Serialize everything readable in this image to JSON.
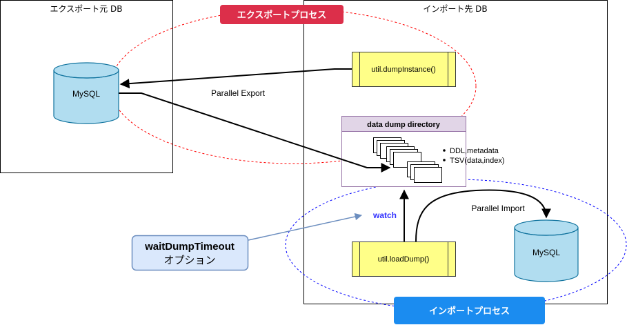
{
  "export_db": {
    "title": "エクスポート元 DB",
    "db_label": "MySQL"
  },
  "import_db": {
    "title": "インポート先 DB",
    "db_label": "MySQL"
  },
  "export_process": {
    "label": "エクスポートプロセス",
    "color": "#DC2F4A"
  },
  "import_process": {
    "label": "インポートプロセス",
    "color": "#1B8CF0"
  },
  "dump_instance": {
    "label": "util.dumpInstance()"
  },
  "load_dump": {
    "label": "util.loadDump()"
  },
  "dump_directory": {
    "title": "data dump directory",
    "items": [
      "DDL,metadata",
      "TSV(data,index)"
    ],
    "title_bg": "#E1D5E7",
    "border": "#9673A6"
  },
  "edges": {
    "parallel_export": "Parallel Export",
    "parallel_import": "Parallel Import",
    "watch": "watch"
  },
  "option_box": {
    "name": "waitDumpTimeout",
    "caption": "オプション",
    "bg": "#DAE8FC",
    "border": "#6C8EBF"
  },
  "colors": {
    "db_fill": "#B1DDF0",
    "db_stroke": "#10739E",
    "process_fill": "#FFFF88",
    "process_stroke": "#36393D",
    "watch_text": "#3333FF",
    "note_arrow": "#6C8EBF",
    "export_ellipse": "#FF0000",
    "import_ellipse": "#0000FF"
  },
  "icons": [
    "database-icon",
    "document-stack-icon"
  ]
}
